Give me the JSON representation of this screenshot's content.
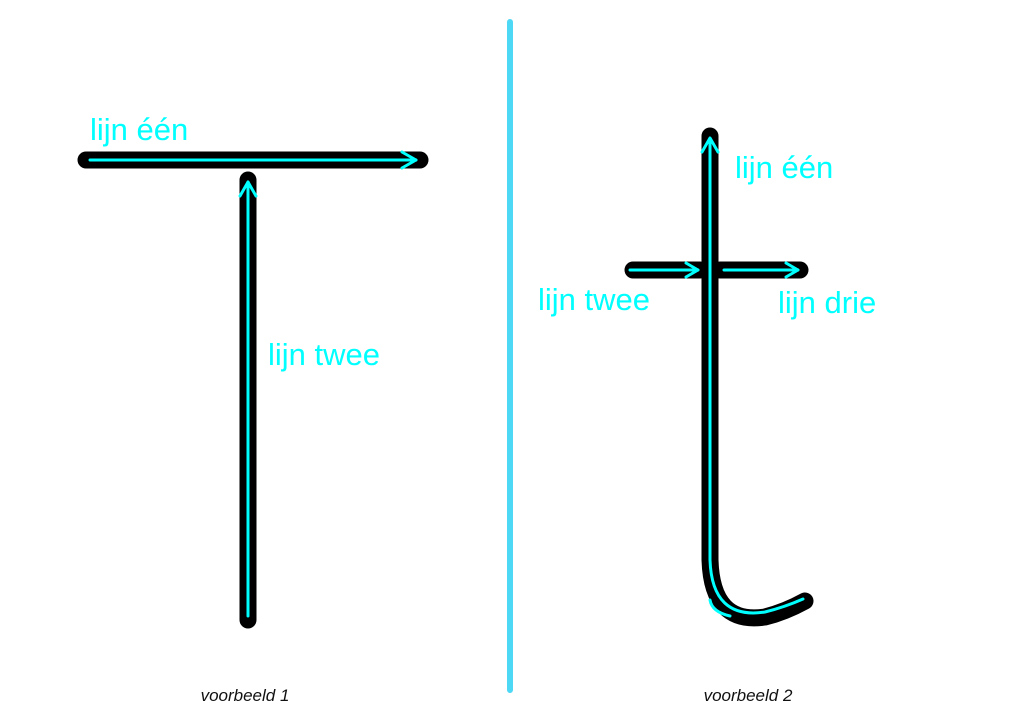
{
  "colors": {
    "guide": "#00ffff",
    "stroke": "#000000",
    "divider": "#4dd8f5",
    "caption": "#111111"
  },
  "example1": {
    "letter": "T",
    "labels": {
      "line1": "lijn één",
      "line2": "lijn twee"
    },
    "caption": "voorbeeld 1"
  },
  "example2": {
    "letter": "t",
    "labels": {
      "line1": "lijn één",
      "line2": "lijn twee",
      "line3": "lijn drie"
    },
    "caption": "voorbeeld 2"
  }
}
